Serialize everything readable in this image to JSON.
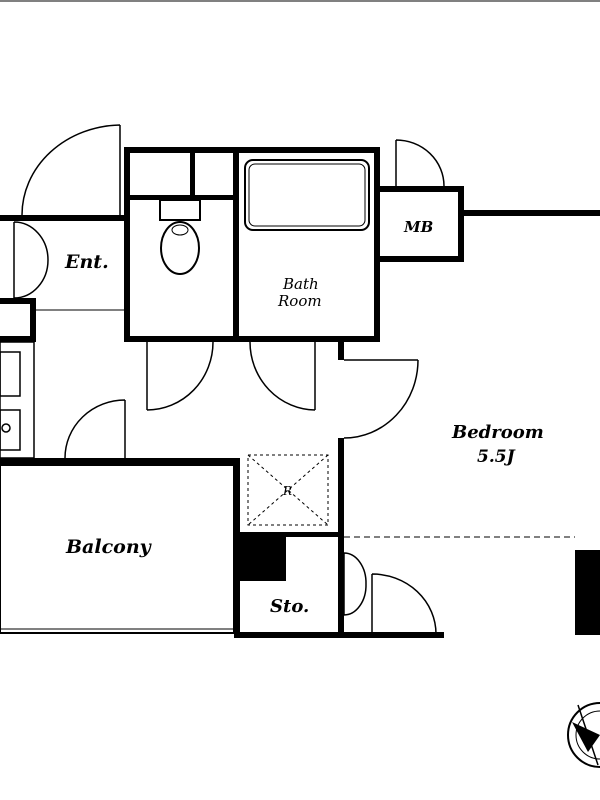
{
  "rooms": {
    "entrance": "Ent.",
    "meter_box": "MB",
    "bath_line1": "Bath",
    "bath_line2": "Room",
    "bedroom": "Bedroom",
    "bedroom_size": "5.5J",
    "balcony": "Balcony",
    "storage": "Sto.",
    "refrigerator_mark": "R"
  },
  "colors": {
    "wall": "#000000",
    "background": "#ffffff",
    "fixture_line": "#888888"
  },
  "icons": [
    "compass-icon"
  ]
}
